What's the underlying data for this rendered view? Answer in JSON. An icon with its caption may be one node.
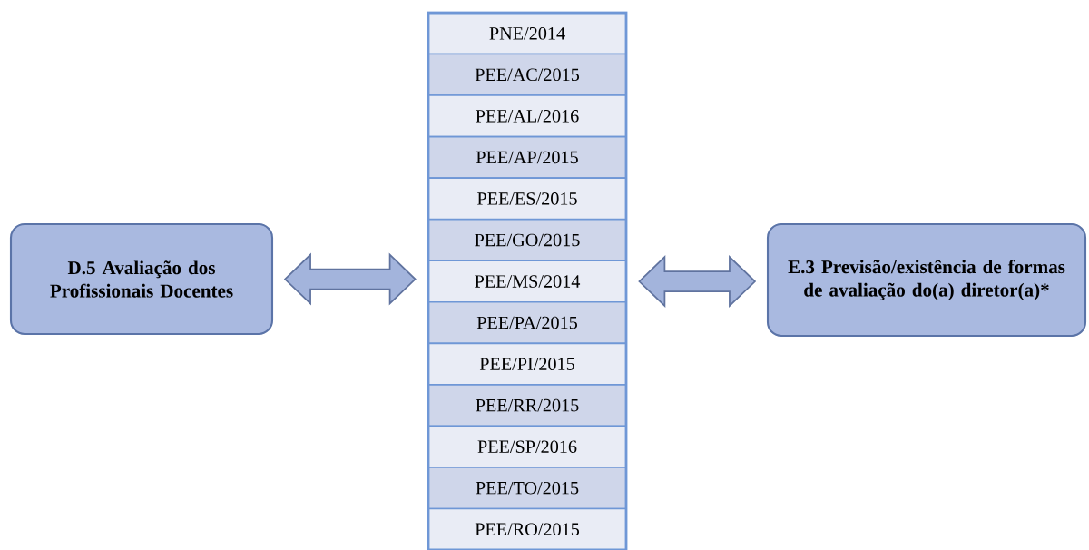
{
  "diagram": {
    "nodes": [
      {
        "text": [
          "D.5 Avaliação dos Profissionais Docentes"
        ]
      },
      {
        "text": [],
        "shape": "box"
      },
      {
        "text": [
          "PNE/2014"
        ],
        "in": 1
      },
      {
        "text": [
          "PEE/AC/2015"
        ],
        "in": 1
      },
      {
        "text": [
          "PEE/AL/2016"
        ],
        "in": 1
      },
      {
        "text": [
          "PEE/AP/2015"
        ],
        "in": 1
      },
      {
        "text": [
          "PEE/ES/2015"
        ],
        "in": 1
      },
      {
        "text": [
          "PEE/GO/2015"
        ],
        "in": 1
      },
      {
        "text": [
          "PEE/MS/2014"
        ],
        "in": 1
      },
      {
        "text": [
          "PEE/PA/2015"
        ],
        "in": 1
      },
      {
        "text": [
          "PEE/PI/2015"
        ],
        "in": 1
      },
      {
        "text": [
          "PEE/RR/2015"
        ],
        "in": 1
      },
      {
        "text": [
          "PEE/SP/2016"
        ],
        "in": 1
      },
      {
        "text": [
          "PEE/TO/2015"
        ],
        "in": 1
      },
      {
        "text": [
          "PEE/RO/2015"
        ],
        "in": 1
      },
      {
        "text": [
          "E.3 Previsão/existência de formas de avaliação do(a) diretor(a)*"
        ]
      }
    ],
    "edges": [
      {
        "from": 0,
        "to": 1,
        "arrow": "both"
      },
      {
        "from": 1,
        "to": 15,
        "arrow": "both"
      }
    ]
  }
}
